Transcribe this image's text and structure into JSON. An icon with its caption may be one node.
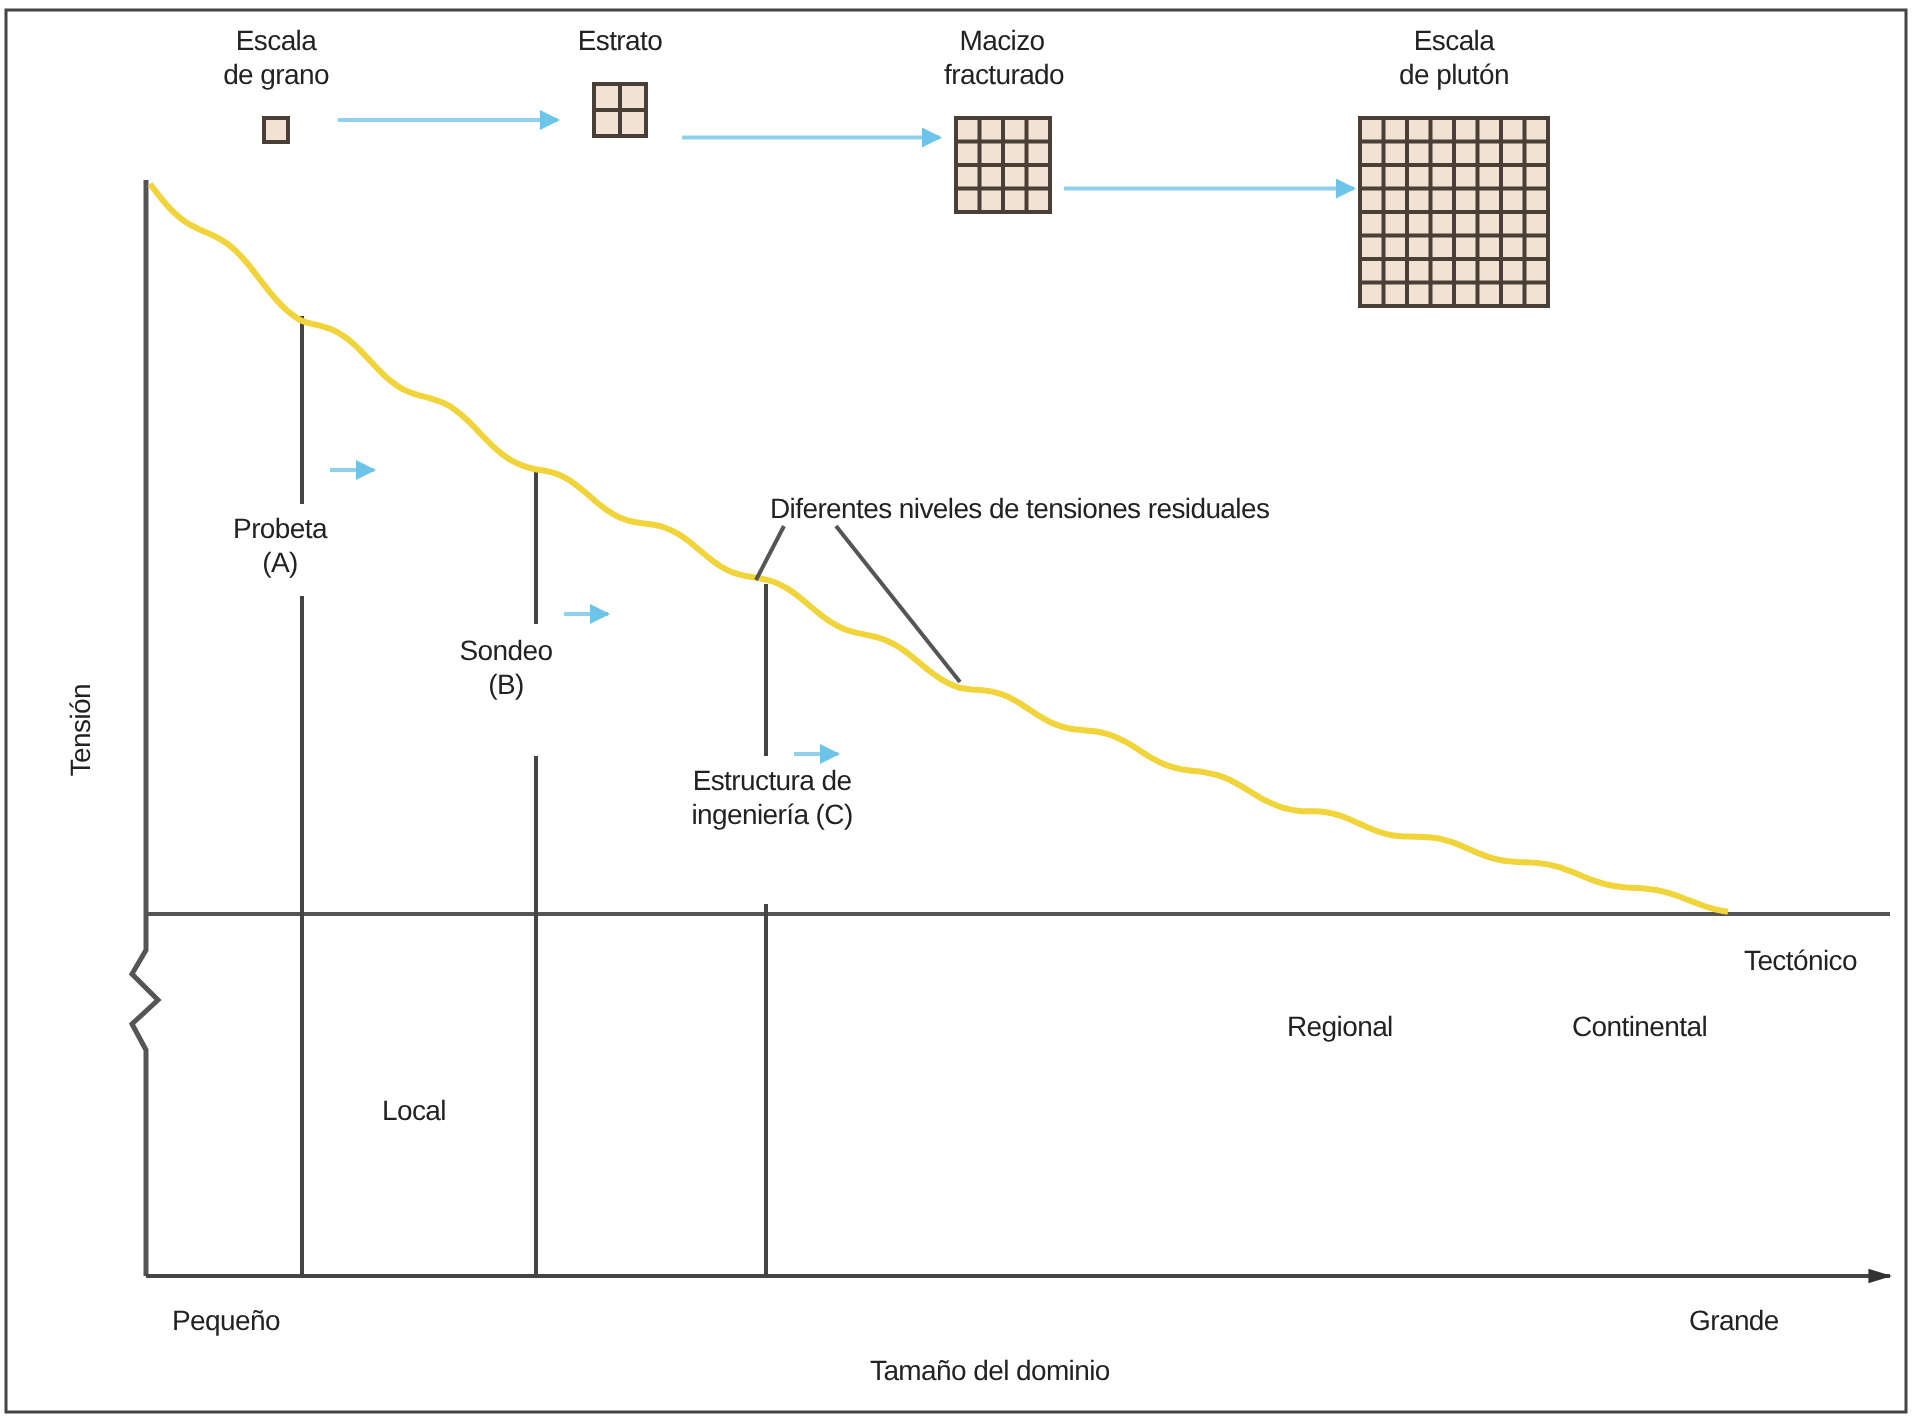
{
  "diagram": {
    "nodes": [
      {
        "text": [
          "Escala de grano"
        ]
      },
      {
        "text": [
          "Estrato"
        ]
      },
      {
        "text": [
          "Macizo fracturado"
        ]
      },
      {
        "text": [
          "Escala de plutón"
        ]
      },
      {
        "text": [
          "Diferentes niveles de tensiones residuales"
        ]
      }
    ],
    "edges": [
      {
        "from": 0,
        "to": 1,
        "arrow": "to"
      },
      {
        "from": 1,
        "to": 2,
        "arrow": "to"
      },
      {
        "from": 2,
        "to": 3,
        "arrow": "to"
      },
      {
        "from": 4,
        "to": null,
        "arrow": "none",
        "color": "#555555"
      },
      {
        "from": 4,
        "to": null,
        "arrow": "none",
        "color": "#555555"
      }
    ],
    "labels": [
      "Tensión",
      "Probeta (A)",
      "Sondeo (B)",
      "Estructura de ingeniería (C)",
      "Tectónico",
      "Regional",
      "Continental",
      "Local",
      "Pequeño",
      "Grande",
      "Tamaño del dominio"
    ]
  }
}
